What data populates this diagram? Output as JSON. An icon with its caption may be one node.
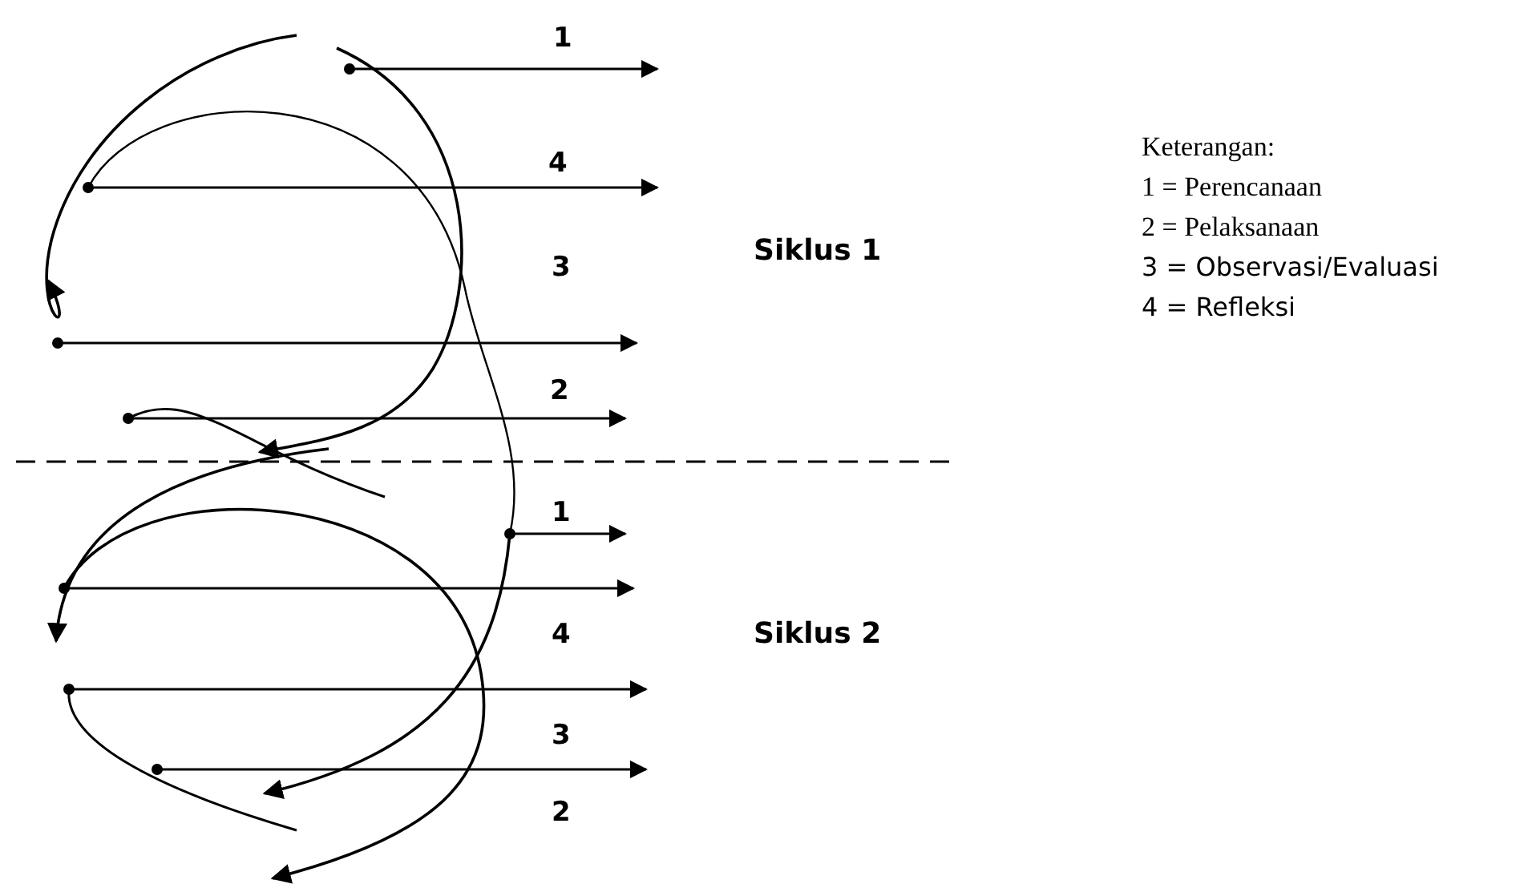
{
  "diagram": {
    "labels": [
      "1",
      "4",
      "Keterangan:",
      "1 = Perencanaan",
      "3",
      "Siklus 1",
      "2 = Pelaksanaan",
      "3 = Observasi/Evaluasi",
      "4 = Refleksi",
      "2",
      "1",
      "4",
      "Siklus 2",
      "3",
      "2"
    ]
  }
}
